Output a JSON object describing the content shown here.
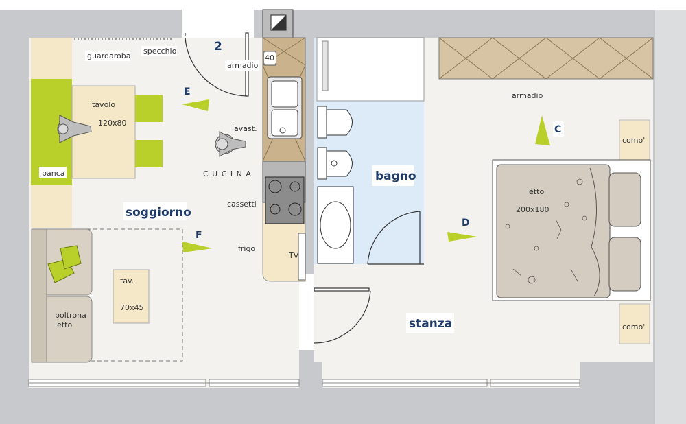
{
  "colors": {
    "wall": "#c7c9cc",
    "floor": "#f3f2ee",
    "kitchen": "#f5e8c8",
    "bath": "#ddeaf8",
    "accent": "#b9cf2a",
    "wardrobe": "#d6c4a4",
    "bed": "#d4ccc0",
    "label_dark": "#1f3b67"
  },
  "labels": {
    "guardaroba": "guardaroba",
    "specchio": "specchio",
    "door_number": "2",
    "armadio_entry": "armadio",
    "counter_40": "40",
    "tavolo": "tavolo",
    "tavolo_size": "120x80",
    "lavast": "lavast.",
    "cucina": "C U C I N A",
    "panca": "panca",
    "soggiorno": "soggiorno",
    "cassetti": "cassetti",
    "frigo": "frigo",
    "tv": "TV",
    "tav": "tav.",
    "tav_size": "70x45",
    "poltrona_letto": [
      "poltrona",
      "letto"
    ],
    "bagno": "bagno",
    "armadio_room": "armadio",
    "como_top": "como'",
    "como_bottom": "como'",
    "letto": "letto",
    "letto_size": "200x180",
    "stanza": "stanza"
  },
  "viewpoints": [
    "E",
    "C",
    "F",
    "D"
  ],
  "icons": [
    "person-seated-icon",
    "person-standing-icon",
    "pillow-icon",
    "flue-icon",
    "sink-icon",
    "cooktop-icon",
    "toilet-icon",
    "bidet-icon",
    "shower-icon"
  ]
}
